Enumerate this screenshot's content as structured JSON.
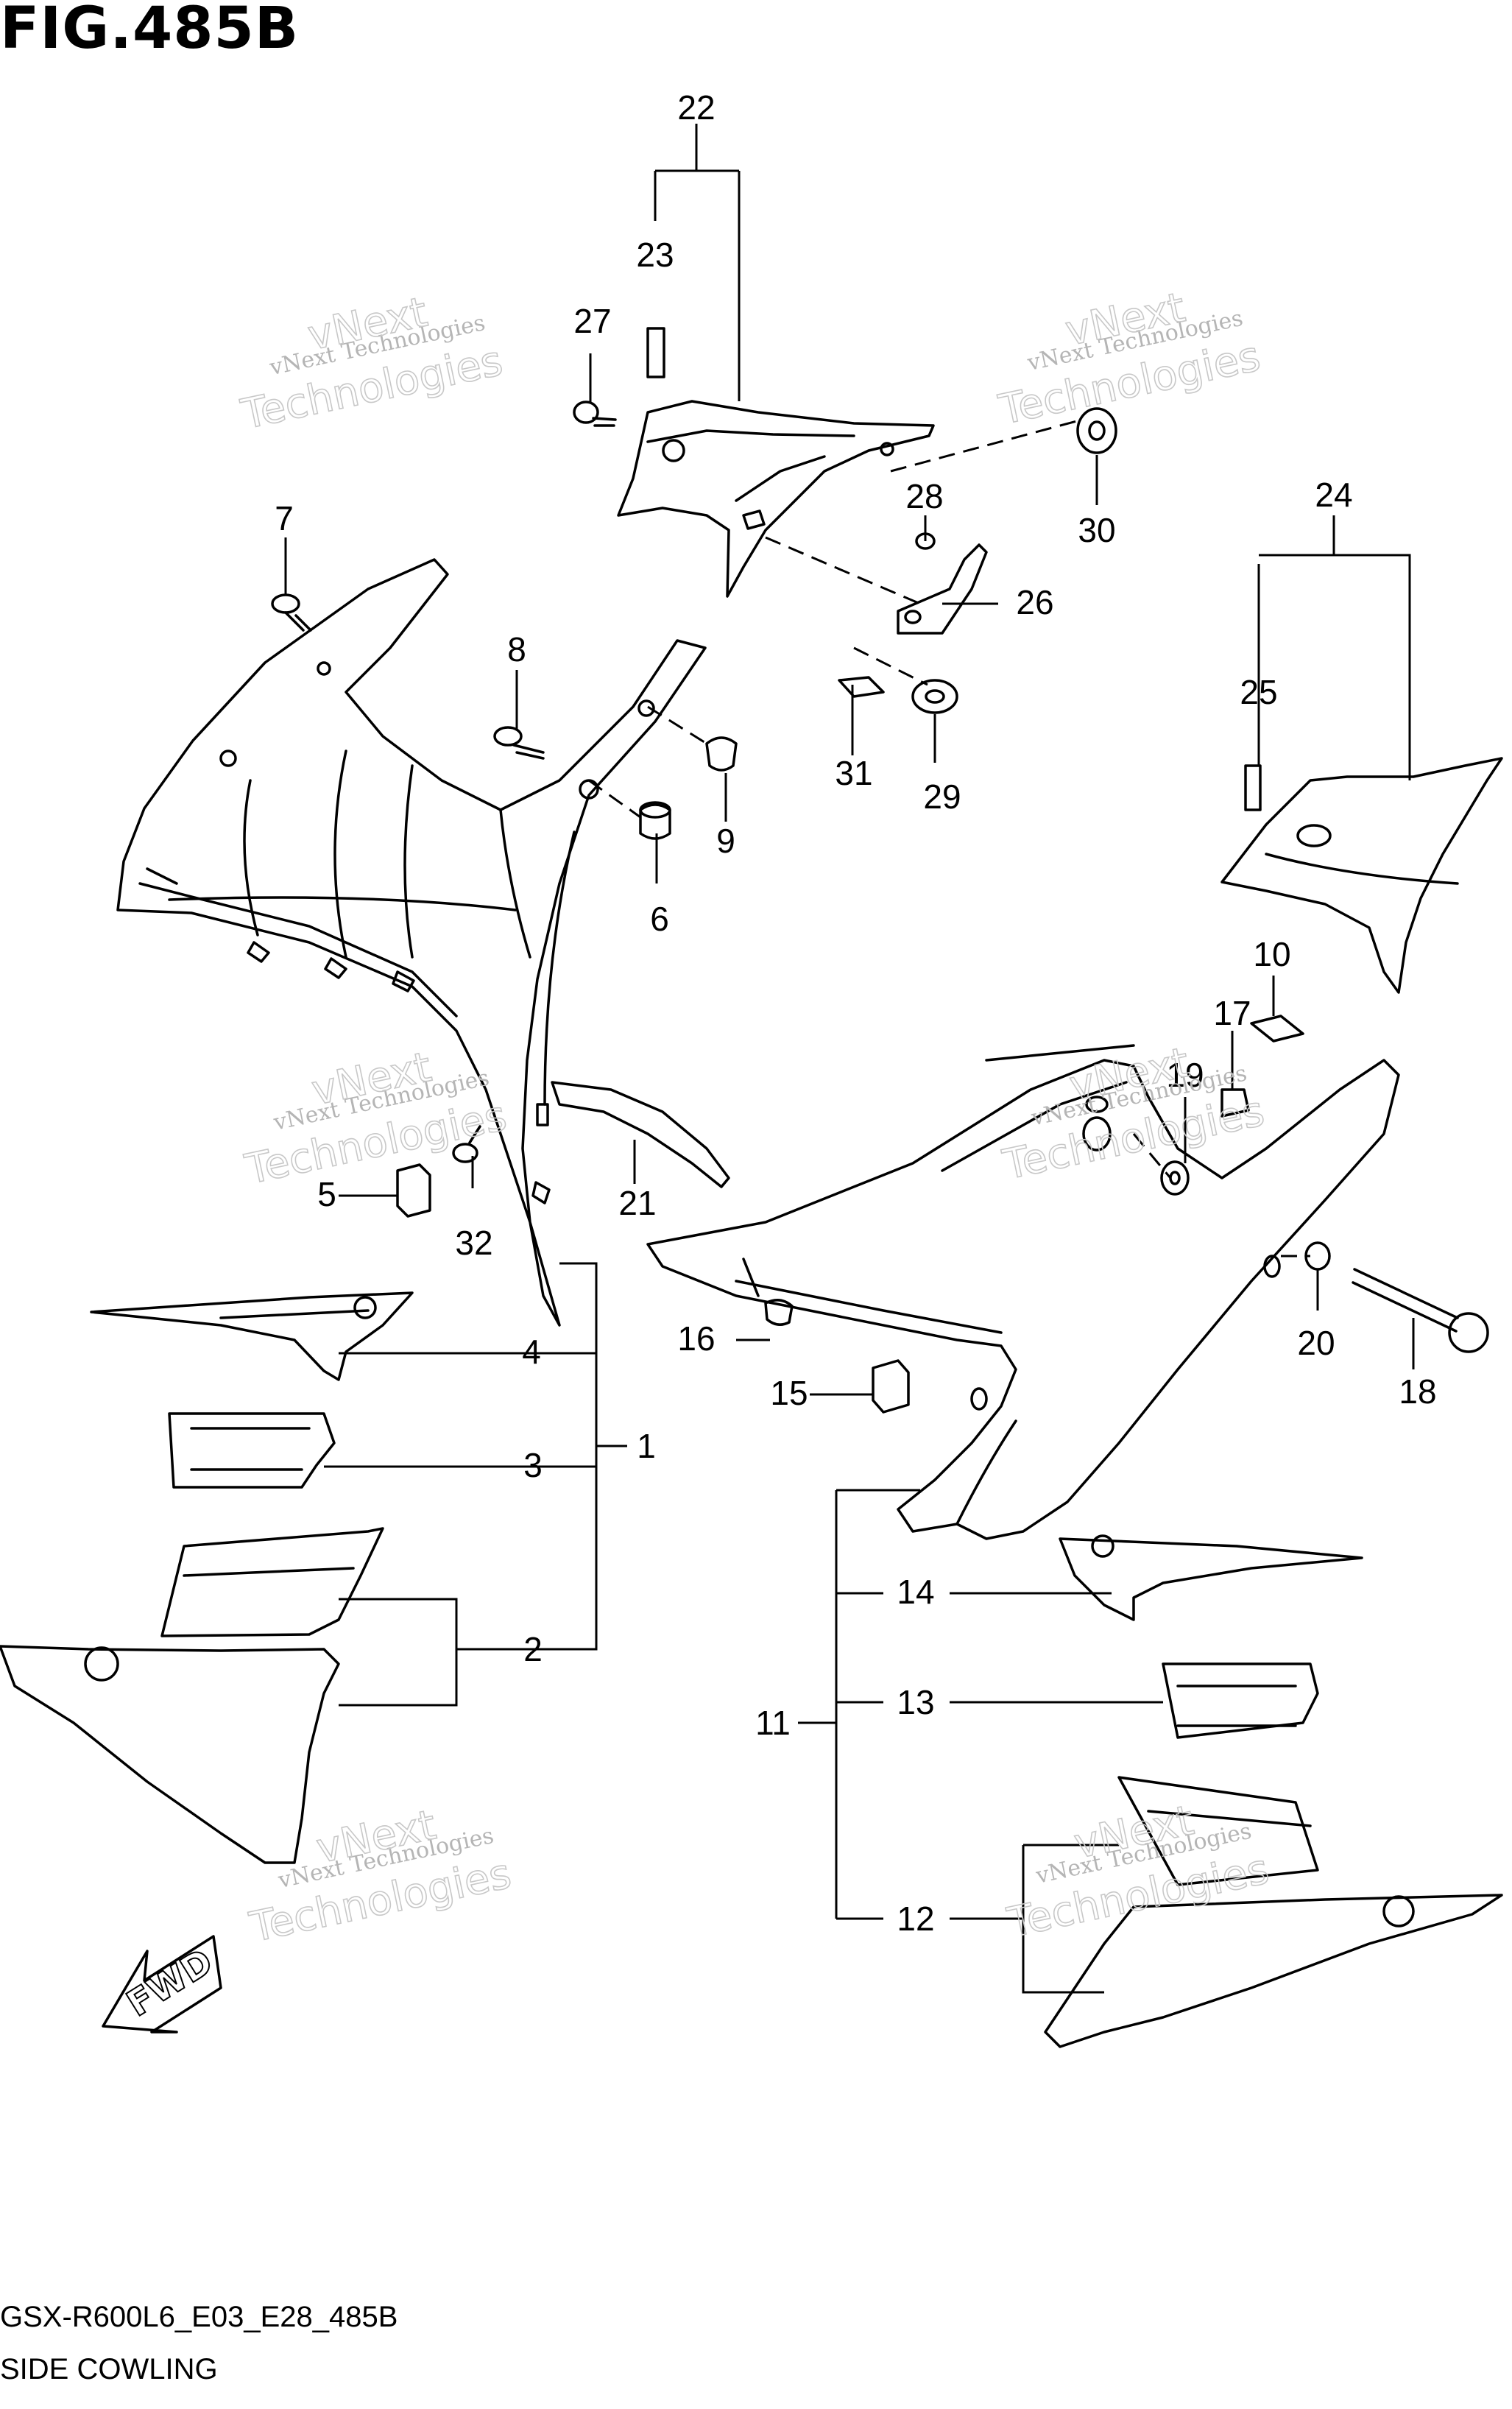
{
  "figure": {
    "title": "FIG.485B",
    "model_code": "GSX-R600L6_E03_E28_485B",
    "part_name": "SIDE COWLING"
  },
  "watermark": {
    "line1": "vNext Technologies",
    "line2": "vNext",
    "line3": "Technologies"
  },
  "fwd_label": "FWD",
  "callouts": {
    "c1": "1",
    "c2": "2",
    "c3": "3",
    "c4": "4",
    "c5": "5",
    "c6": "6",
    "c7": "7",
    "c8": "8",
    "c9": "9",
    "c10": "10",
    "c11": "11",
    "c12": "12",
    "c13": "13",
    "c14": "14",
    "c15": "15",
    "c16": "16",
    "c17": "17",
    "c18": "18",
    "c19": "19",
    "c20": "20",
    "c21": "21",
    "c22": "22",
    "c23": "23",
    "c24": "24",
    "c25": "25",
    "c26": "26",
    "c27": "27",
    "c28": "28",
    "c29": "29",
    "c30": "30",
    "c31": "31",
    "c32": "32"
  },
  "colors": {
    "line": "#000000",
    "watermark": "#b5b5b5",
    "background": "#ffffff"
  }
}
